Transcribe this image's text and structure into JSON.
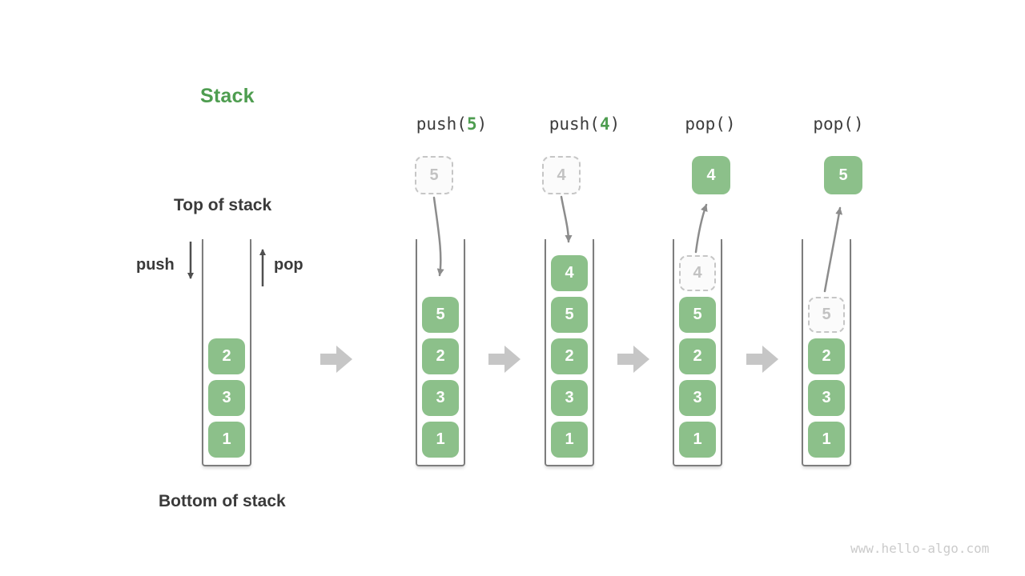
{
  "title": "Stack",
  "annotations": {
    "top_of_stack": "Top of stack",
    "bottom_of_stack": "Bottom of stack",
    "push_label": "push",
    "pop_label": "pop"
  },
  "operations": [
    {
      "prefix": "push(",
      "arg": "5",
      "suffix": ")"
    },
    {
      "prefix": "push(",
      "arg": "4",
      "suffix": ")"
    },
    {
      "prefix": "pop(",
      "arg": "",
      "suffix": ")"
    },
    {
      "prefix": "pop(",
      "arg": "",
      "suffix": ")"
    }
  ],
  "floating_items": [
    {
      "value": "5",
      "style": "ghost-dashed"
    },
    {
      "value": "4",
      "style": "ghost-dashed"
    },
    {
      "value": "4",
      "style": "solid"
    },
    {
      "value": "5",
      "style": "solid"
    }
  ],
  "stacks": [
    {
      "name": "initial",
      "items": [
        {
          "value": "2"
        },
        {
          "value": "3"
        },
        {
          "value": "1"
        }
      ]
    },
    {
      "name": "after-push-5",
      "items": [
        {
          "value": "5"
        },
        {
          "value": "2"
        },
        {
          "value": "3"
        },
        {
          "value": "1"
        }
      ]
    },
    {
      "name": "after-push-4",
      "items": [
        {
          "value": "4"
        },
        {
          "value": "5"
        },
        {
          "value": "2"
        },
        {
          "value": "3"
        },
        {
          "value": "1"
        }
      ]
    },
    {
      "name": "after-pop-4",
      "items": [
        {
          "value": "4",
          "ghost": true
        },
        {
          "value": "5"
        },
        {
          "value": "2"
        },
        {
          "value": "3"
        },
        {
          "value": "1"
        }
      ]
    },
    {
      "name": "after-pop-5",
      "items": [
        {
          "value": "5",
          "ghost": true
        },
        {
          "value": "2"
        },
        {
          "value": "3"
        },
        {
          "value": "1"
        }
      ]
    }
  ],
  "watermark": "www.hello-algo.com",
  "colors": {
    "item_green": "#8CC08A",
    "accent_green": "#4E9D50",
    "ghost_gray": "#C2C2C2",
    "curve_arrow_gray": "#8C8C8C",
    "flow_arrow_gray": "#C6C6C6",
    "dark_arrow_gray": "#4F4F4F",
    "text_dark": "#3A3A3A"
  }
}
